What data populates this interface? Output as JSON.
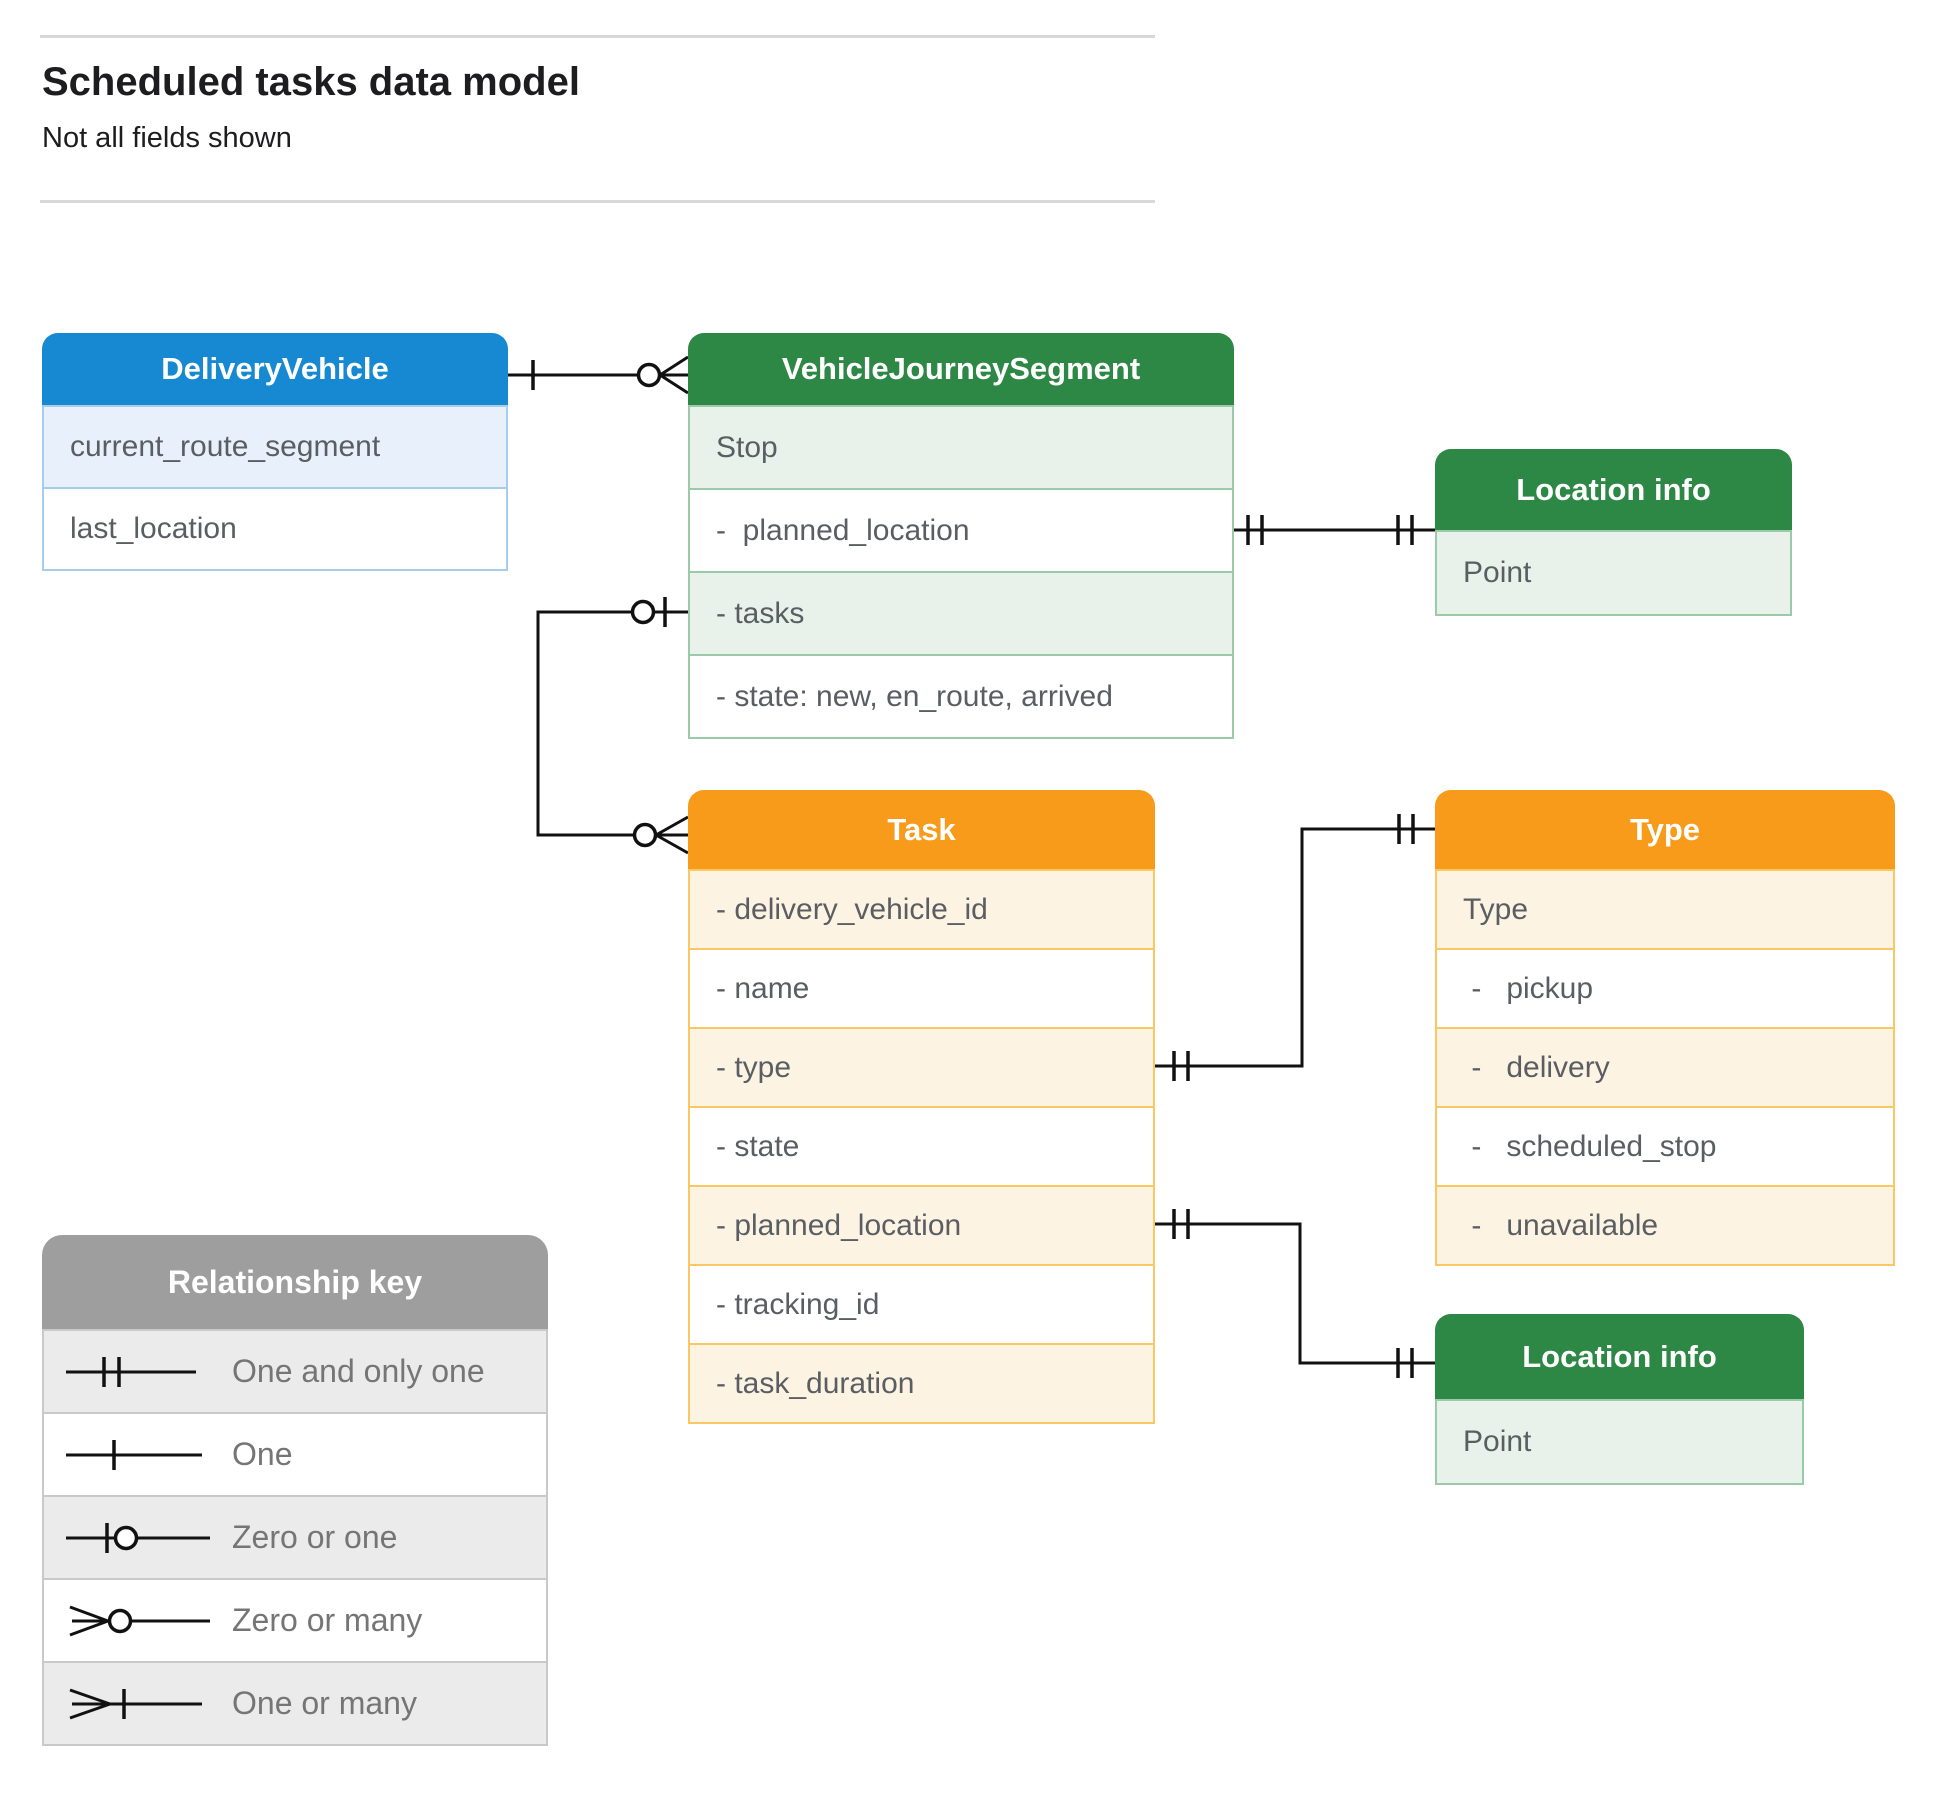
{
  "header": {
    "title": "Scheduled tasks data model",
    "subtitle": "Not all fields shown"
  },
  "colors": {
    "blue_header": "#1789d2",
    "green_header": "#2d8745",
    "orange_header": "#f89b1b",
    "gray_header": "#9e9e9e",
    "blue_row_tint": "#e8f1fb",
    "green_row_tint": "#e8f2ea",
    "orange_row_tint": "#fdf3e3",
    "gray_row_tint": "#ebebeb",
    "row_text": "#5a5e63",
    "connector_line": "#111111"
  },
  "entities": {
    "delivery_vehicle": {
      "title": "DeliveryVehicle",
      "rows": [
        {
          "label": "current_route_segment"
        },
        {
          "label": "last_location"
        }
      ]
    },
    "vehicle_journey_segment": {
      "title": "VehicleJourneySegment",
      "rows": [
        {
          "label": "Stop"
        },
        {
          "label": "-  planned_location"
        },
        {
          "label": "- tasks"
        },
        {
          "label": "- state: new, en_route, arrived"
        }
      ]
    },
    "location_info_top": {
      "title": "Location info",
      "rows": [
        {
          "label": "Point"
        }
      ]
    },
    "task": {
      "title": "Task",
      "rows": [
        {
          "label": "- delivery_vehicle_id"
        },
        {
          "label": "- name"
        },
        {
          "label": "- type"
        },
        {
          "label": "- state"
        },
        {
          "label": "- planned_location"
        },
        {
          "label": "- tracking_id"
        },
        {
          "label": "- task_duration"
        }
      ]
    },
    "type": {
      "title": "Type",
      "rows": [
        {
          "label": "Type"
        },
        {
          "label": " -   pickup"
        },
        {
          "label": " -   delivery"
        },
        {
          "label": " -   scheduled_stop"
        },
        {
          "label": " -   unavailable"
        }
      ]
    },
    "location_info_bottom": {
      "title": "Location info",
      "rows": [
        {
          "label": "Point"
        }
      ]
    }
  },
  "legend": {
    "title": "Relationship key",
    "items": [
      {
        "label": "One and only one",
        "symbol": "one-and-only-one"
      },
      {
        "label": "One",
        "symbol": "one"
      },
      {
        "label": "Zero or one",
        "symbol": "zero-or-one"
      },
      {
        "label": "Zero or many",
        "symbol": "zero-or-many"
      },
      {
        "label": "One or many",
        "symbol": "one-or-many"
      }
    ]
  },
  "relationships": [
    {
      "from": "DeliveryVehicle",
      "to": "VehicleJourneySegment",
      "from_cardinality": "one",
      "to_cardinality": "zero-or-many"
    },
    {
      "from": "VehicleJourneySegment.tasks",
      "to": "Task",
      "from_cardinality": "zero-or-one",
      "to_cardinality": "zero-or-many"
    },
    {
      "from": "VehicleJourneySegment.planned_location",
      "to": "Location info",
      "from_cardinality": "one-and-only-one",
      "to_cardinality": "one-and-only-one"
    },
    {
      "from": "Task.type",
      "to": "Type",
      "from_cardinality": "one-and-only-one",
      "to_cardinality": "one-and-only-one"
    },
    {
      "from": "Task.planned_location",
      "to": "Location info",
      "from_cardinality": "one-and-only-one",
      "to_cardinality": "one-and-only-one"
    }
  ]
}
